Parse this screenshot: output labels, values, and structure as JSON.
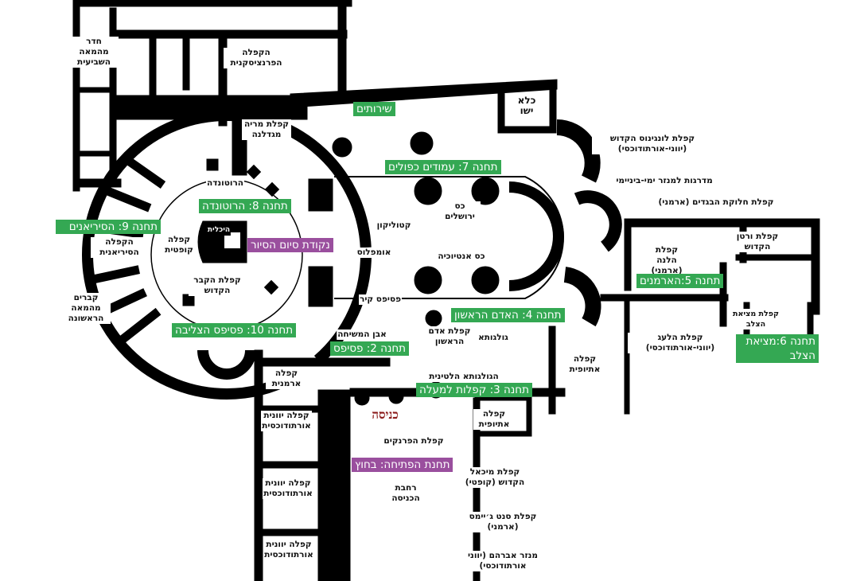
{
  "colors": {
    "station_tag": "#34a853",
    "endpoint_tag": "#9a4f9e",
    "entrance_text": "#8b1a1a",
    "walls": "#000000"
  },
  "stations": [
    {
      "id": "opening",
      "label": "תחנת הפתיחה: בחוץ",
      "color": "purple"
    },
    {
      "id": "2",
      "label": "תחנה 2: פסיפס",
      "color": "green"
    },
    {
      "id": "3",
      "label": "תחנה 3: קפלות למעלה",
      "color": "green"
    },
    {
      "id": "4",
      "label": "תחנה 4: האדם הראשון",
      "color": "green"
    },
    {
      "id": "5",
      "label": "תחנה 5:הארמנים",
      "color": "green"
    },
    {
      "id": "6",
      "label": "תחנה 6:מציאת הצלב",
      "color": "green"
    },
    {
      "id": "7",
      "label": "תחנה 7: עמודים כפולים",
      "color": "green"
    },
    {
      "id": "8",
      "label": "תחנה 8: הרוטונדה",
      "color": "green"
    },
    {
      "id": "9",
      "label": "תחנה 9: הסיריאנים",
      "color": "green"
    },
    {
      "id": "10",
      "label": "תחנה 10: פסיפס הצליבה",
      "color": "green"
    },
    {
      "id": "toilets",
      "label": "שירותים",
      "color": "green"
    },
    {
      "id": "end",
      "label": "נקודת סיום הסיור",
      "color": "purple"
    }
  ],
  "entrance": "כניסה",
  "places": [
    "חדר מהמאה השביעית",
    "הקפלה הפרנציסקנית",
    "כלא ישו",
    "קפלת מריה מגדלנה",
    "קפלת לונגינוס הקדוש (יווני-אורתודוכסי)",
    "מדרגות למנזר ימי-ביניימי",
    "קפלת חלוקת הבגדים (ארמני)",
    "הרוטונדה",
    "כס ירושלים",
    "קטוליקון",
    "אומפלוס",
    "הקפלה הסיריאנית",
    "קפלה קופטית",
    "היכלית",
    "כס אנטיוכיה",
    "קפלת הלנה (ארמני)",
    "קפלת ורטן הקדוש",
    "קפלת הקבר הקדוש",
    "קברים מהמאה הראשונה",
    "פסיפס קיר",
    "קפלת מציאת הצלב",
    "אבן המשיחה",
    "קפלת אדם הראשון",
    "גולגותא",
    "קפלת הלעג (יווני-אורתודוכסי)",
    "קפלה ארמנית",
    "קפלה אתיופית",
    "הגולגותא הלטינית",
    "קפלה אתיופית",
    "קפלה יוונית אורתודוכסית",
    "קפלת הפרנקים",
    "קפלה יוונית אורתודוכסית",
    "רחבת הכניסה",
    "קפלת מיכאל הקדוש (קופטי)",
    "קפלת סנט ג׳יימס (ארמני)",
    "קפלה יוונית אורתודוכסית",
    "מנזר אברהם (יווני אורתודוכסי)"
  ]
}
